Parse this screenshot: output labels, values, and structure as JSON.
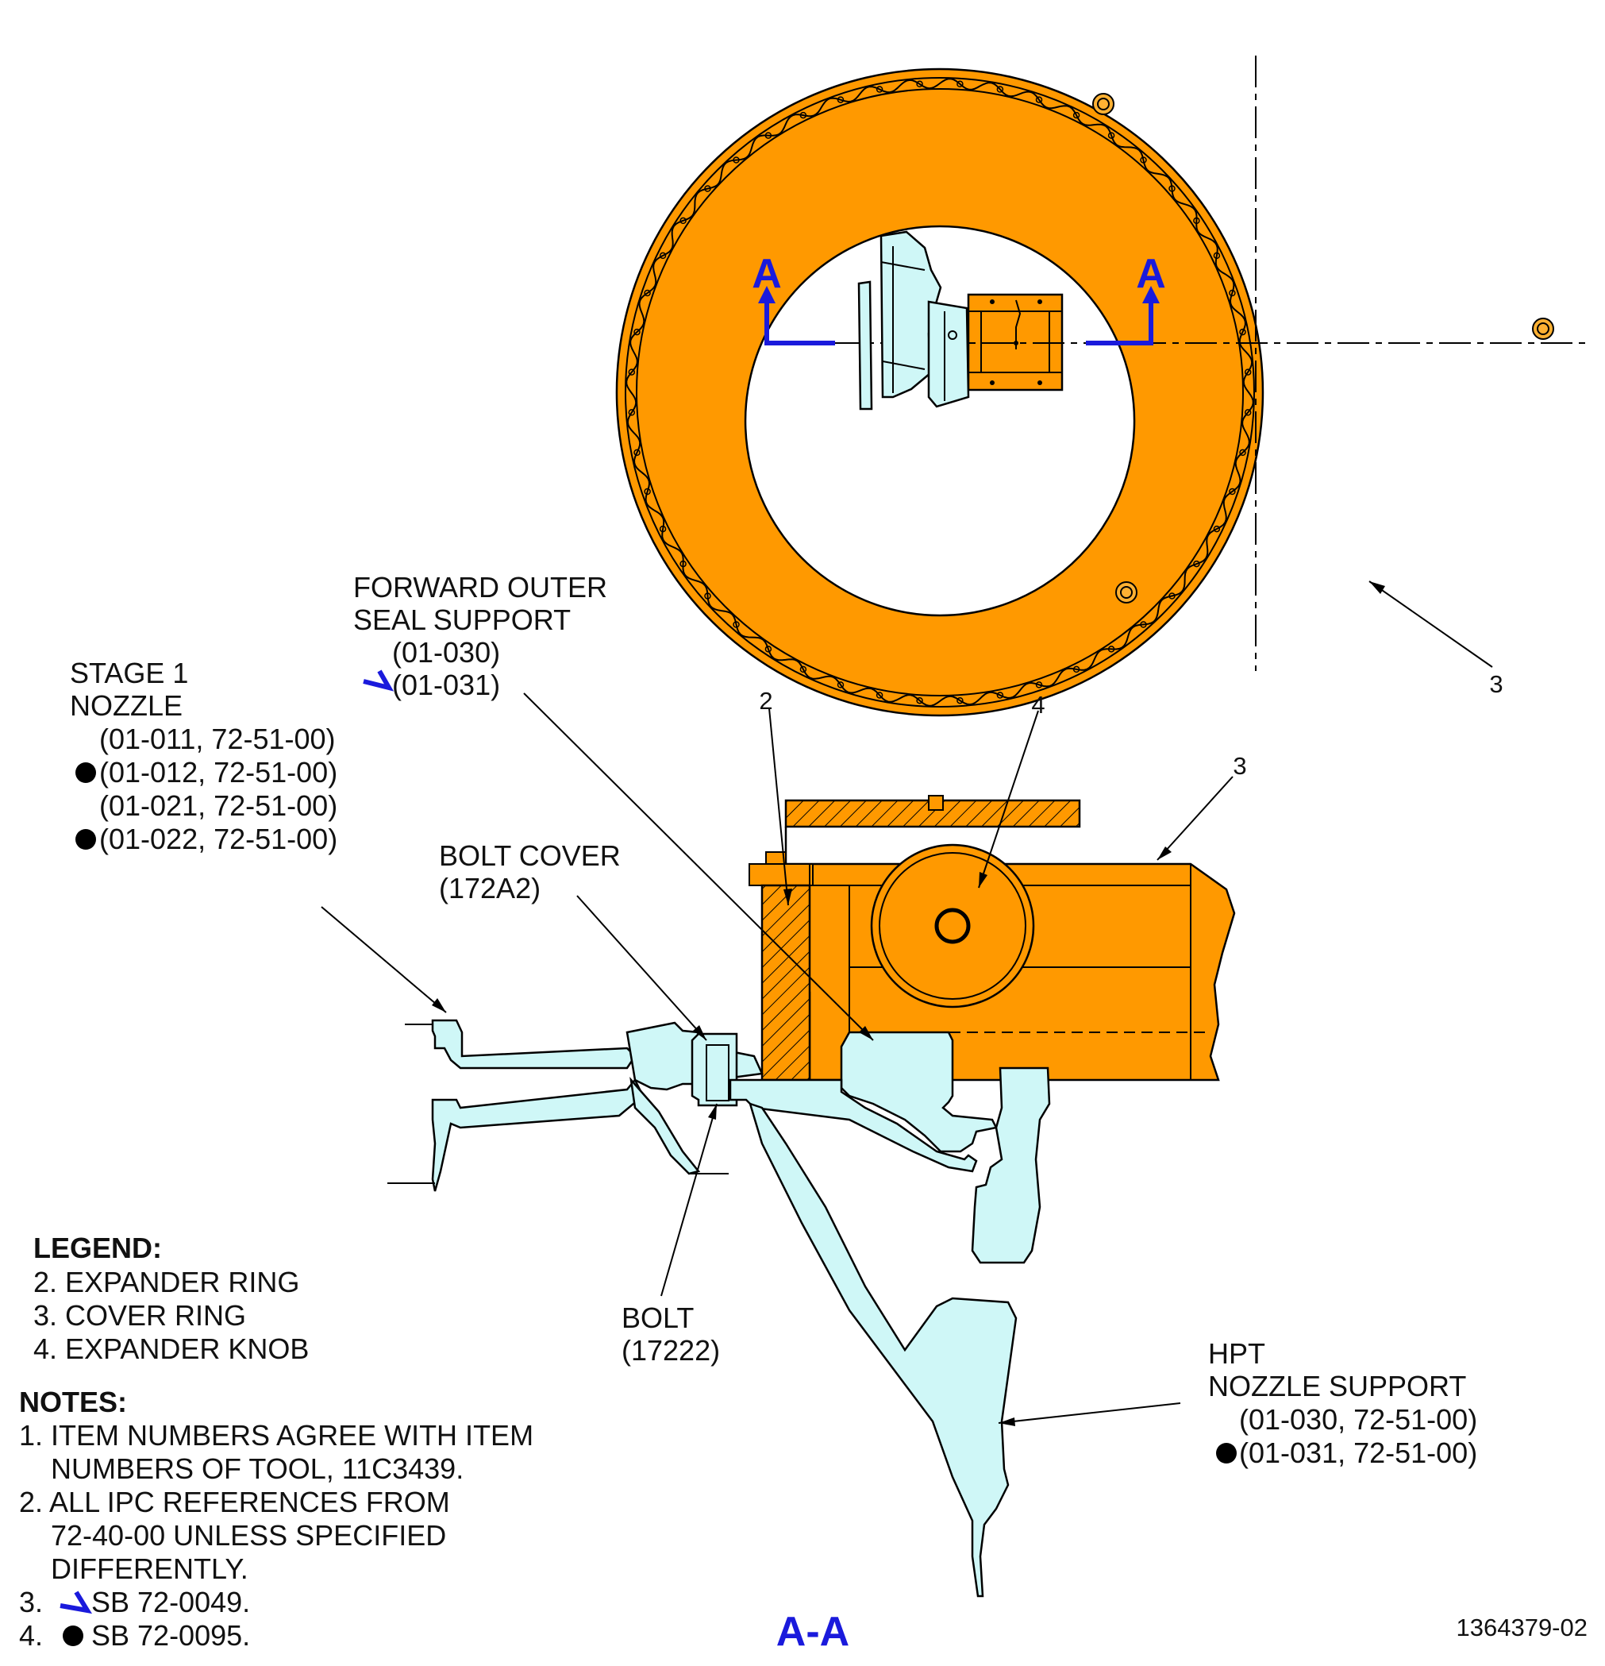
{
  "colors": {
    "tool": "#ff9900",
    "engine_part": "#cff7f7",
    "section_marker": "#1a1adc"
  },
  "icons": {
    "check_mark": "blue-check-icon",
    "bullet": "filled-circle-icon"
  },
  "labels": {
    "forward_outer_seal_support": {
      "line1": "FORWARD OUTER",
      "line2": "SEAL SUPPORT",
      "ref1": "(01-030)",
      "ref2": "(01-031)"
    },
    "stage1_nozzle": {
      "line1": "STAGE 1",
      "line2": "NOZZLE",
      "ref1": "(01-011, 72-51-00)",
      "ref2": "(01-012, 72-51-00)",
      "ref3": "(01-021, 72-51-00)",
      "ref4": "(01-022, 72-51-00)"
    },
    "bolt_cover": {
      "line1": "BOLT COVER",
      "line2": "(172A2)"
    },
    "bolt": {
      "line1": "BOLT",
      "line2": "(17222)"
    },
    "hpt_nozzle_support": {
      "line1": "HPT",
      "line2": "NOZZLE SUPPORT",
      "ref1": "(01-030, 72-51-00)",
      "ref2": "(01-031, 72-51-00)"
    },
    "callout_2": "2",
    "callout_3_top": "3",
    "callout_3_section": "3",
    "callout_4": "4"
  },
  "section": {
    "marker_left": "A",
    "marker_right": "A",
    "view_title": "A-A"
  },
  "legend": {
    "title": "LEGEND:",
    "items": [
      "2. EXPANDER RING",
      "3. COVER RING",
      "4. EXPANDER KNOB"
    ]
  },
  "notes": {
    "title": "NOTES:",
    "n1_line1": "1. ITEM NUMBERS AGREE WITH ITEM",
    "n1_line2": "NUMBERS OF TOOL, 11C3439.",
    "n2_line1": "2. ALL IPC REFERENCES FROM",
    "n2_line2": "72-40-00 UNLESS SPECIFIED",
    "n2_line3": "DIFFERENTLY.",
    "n3_num": "3.",
    "n3_text": "SB 72-0049.",
    "n4_num": "4.",
    "n4_text": "SB 72-0095."
  },
  "figure_number": "1364379-02"
}
